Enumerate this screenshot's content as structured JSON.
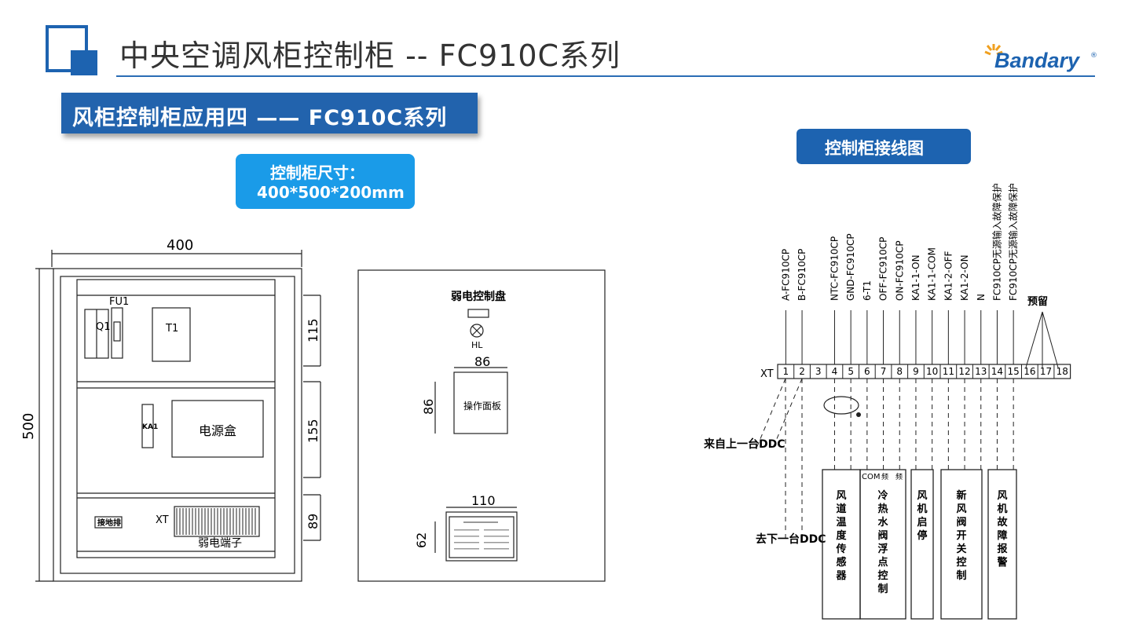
{
  "header": {
    "title": "中央空调风柜控制柜 -- FC910C系列",
    "logo_text": "Bandary",
    "logo_reg": "®"
  },
  "banner": {
    "title": "风柜控制柜应用四 —— FC910C系列"
  },
  "size_box": {
    "line1": "控制柜尺寸：",
    "line2": "400*500*200mm"
  },
  "wiring_title": "控制柜接线图",
  "cabinet": {
    "width_label": "400",
    "height_label": "500",
    "sections": [
      "115",
      "155",
      "89"
    ],
    "fu1": "FU1",
    "q1": "Q1",
    "t1": "T1",
    "ka1": "KA1",
    "power_box": "电源盒",
    "xt": "XT",
    "ground_bar": "接地排",
    "terminal": "弱电端子"
  },
  "door": {
    "panel_title": "弱电控制盘",
    "hl": "HL",
    "op_w": "86",
    "op_h": "86",
    "op_label": "操作面板",
    "plate_w": "110",
    "plate_h": "62"
  },
  "wiring": {
    "xt": "XT",
    "terminals": [
      "1",
      "2",
      "3",
      "4",
      "5",
      "6",
      "7",
      "8",
      "9",
      "10",
      "11",
      "12",
      "13",
      "14",
      "15",
      "16",
      "17",
      "18"
    ],
    "signals": [
      "A-FC910CP",
      "B-FC910CP",
      "NTC-FC910CP",
      "GND-FC910CP",
      "6-T1",
      "OFF-FC910CP",
      "ON-FC910CP",
      "KA1-1-ON",
      "KA1-1-COM",
      "KA1-2-OFF",
      "KA1-2-ON",
      "N",
      "FC910CP无源输入故障保护",
      "FC910CP无源输入故障保护"
    ],
    "reserved": "预留",
    "from_ddc": "来自上一台DDC",
    "to_ddc": "去下一台DDC",
    "com": "COM",
    "com_a": "频",
    "com_b": "频",
    "boxes": [
      "风道温度传感器",
      "冷热水阀浮点控制",
      "风机启停",
      "新风阀开关控制",
      "风机故障报警"
    ]
  }
}
